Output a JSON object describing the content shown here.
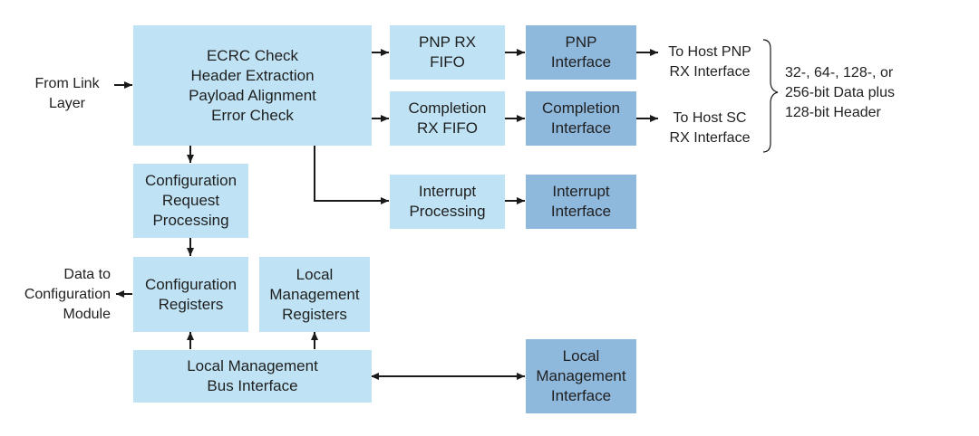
{
  "blocks": {
    "ecrc": [
      "ECRC Check",
      "Header Extraction",
      "Payload Alignment",
      "Error Check"
    ],
    "pnp_fifo": [
      "PNP RX",
      "FIFO"
    ],
    "pnp_interface": [
      "PNP",
      "Interface"
    ],
    "completion_fifo": [
      "Completion",
      "RX FIFO"
    ],
    "completion_interface": [
      "Completion",
      "Interface"
    ],
    "interrupt_processing": [
      "Interrupt",
      "Processing"
    ],
    "interrupt_interface": [
      "Interrupt",
      "Interface"
    ],
    "config_request": [
      "Configuration",
      "Request",
      "Processing"
    ],
    "config_registers": [
      "Configuration",
      "Registers"
    ],
    "local_mgmt_registers": [
      "Local",
      "Management",
      "Registers"
    ],
    "local_mgmt_bus": [
      "Local Management",
      "Bus Interface"
    ],
    "local_mgmt_interface": [
      "Local",
      "Management",
      "Interface"
    ]
  },
  "labels": {
    "from_link_layer": [
      "From Link",
      "Layer"
    ],
    "data_to_config": [
      "Data to",
      "Configuration",
      "Module"
    ],
    "to_host_pnp": [
      "To Host PNP",
      "RX Interface"
    ],
    "to_host_sc": [
      "To Host SC",
      "RX Interface"
    ],
    "data_width_note": [
      "32-, 64-, 128-, or",
      "256-bit Data plus",
      "128-bit Header"
    ]
  },
  "colors": {
    "light_block": "#bfe3f4",
    "dark_block": "#8fb8dd",
    "arrow": "#1a1a1a"
  }
}
